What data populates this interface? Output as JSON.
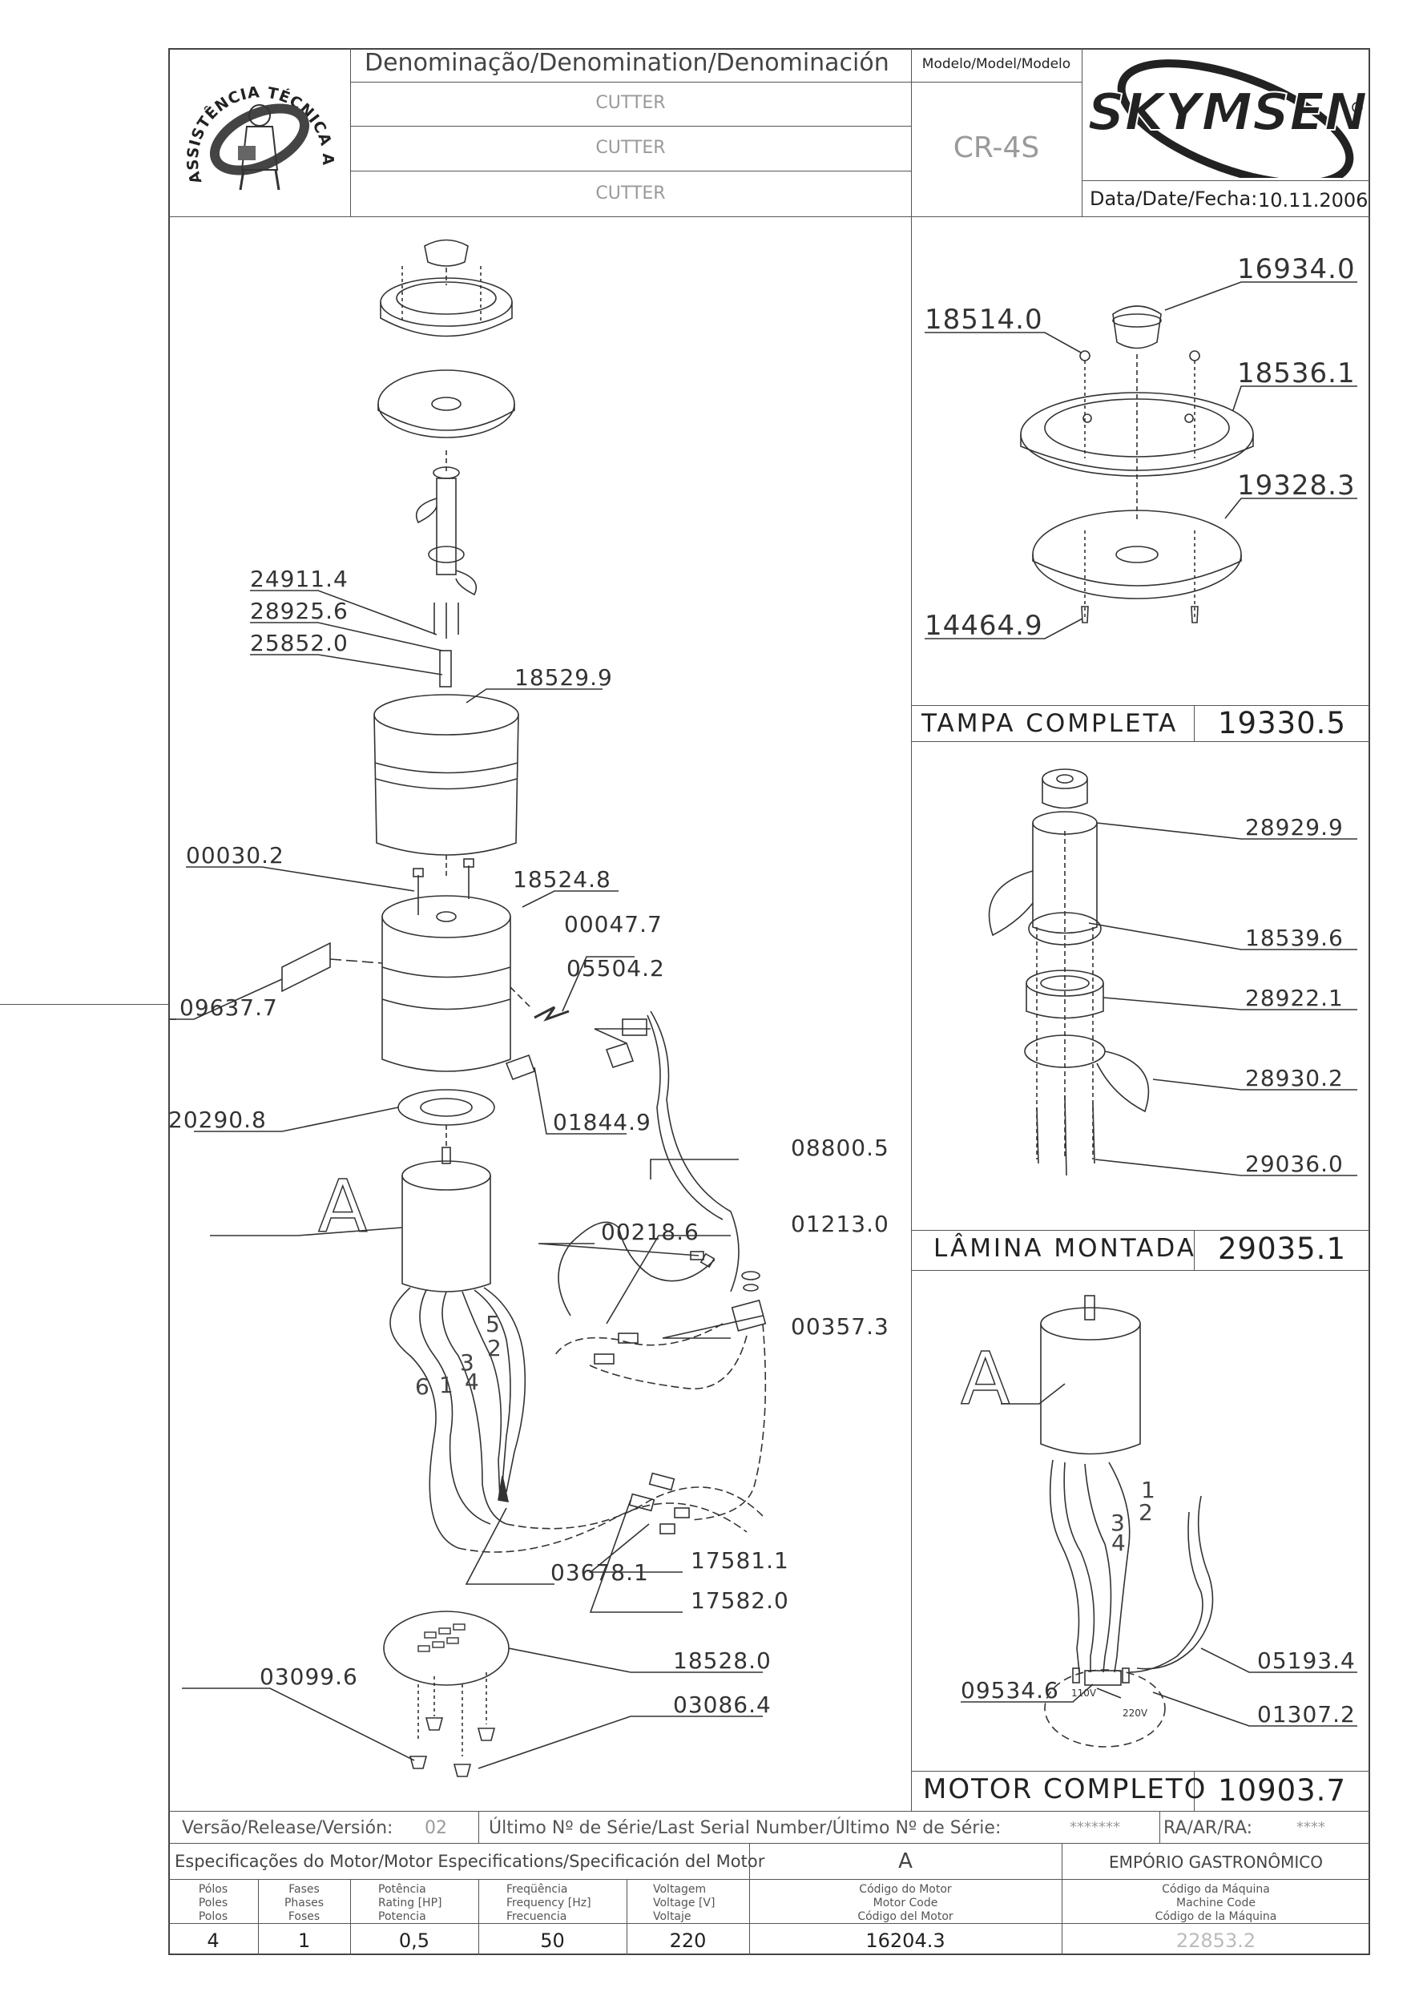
{
  "header": {
    "denomination_label": "Denominação/Denomination/Denominación",
    "names": [
      "CUTTER",
      "CUTTER",
      "CUTTER"
    ],
    "model_label": "Modelo/Model/Modelo",
    "model_value": "CR-4S",
    "date_label": "Data/Date/Fecha:",
    "date_value": "10.11.2006",
    "brand": "SKYMSEN",
    "badge_text": "ASSISTÊNCIA TÉCNICA AUTORIZADA"
  },
  "main_parts": {
    "p24911": "24911.4",
    "p28925": "28925.6",
    "p25852": "25852.0",
    "p18529": "18529.9",
    "p00030": "00030.2",
    "p18524": "18524.8",
    "p00047": "00047.7",
    "p05504": "05504.2",
    "p09637": "09637.7",
    "p20290": "20290.8",
    "p01844": "01844.9",
    "p08800": "08800.5",
    "p00218": "00218.6",
    "p01213": "01213.0",
    "p00357": "00357.3",
    "p03678": "03678.1",
    "p17581": "17581.1",
    "p17582": "17582.0",
    "p18528": "18528.0",
    "p03099": "03099.6",
    "p03086": "03086.4",
    "motor_ref": "A",
    "wire_numbers": [
      "5",
      "2",
      "3",
      "4",
      "6",
      "1"
    ]
  },
  "tampa": {
    "parts": {
      "p16934": "16934.0",
      "p18514": "18514.0",
      "p18536": "18536.1",
      "p19328": "19328.3",
      "p14464": "14464.9"
    },
    "title": "TAMPA COMPLETA",
    "code": "19330.5"
  },
  "lamina": {
    "parts": {
      "p28929": "28929.9",
      "p18539": "18539.6",
      "p28922": "28922.1",
      "p28930": "28930.2",
      "p29036": "29036.0"
    },
    "title": "LÂMINA MONTADA",
    "code": "29035.1"
  },
  "motor": {
    "ref": "A",
    "parts": {
      "p05193": "05193.4",
      "p09534": "09534.6",
      "p01307": "01307.2"
    },
    "wire_numbers": [
      "1",
      "2",
      "3",
      "4"
    ],
    "v110": "110V",
    "v220": "220V",
    "title": "MOTOR COMPLETO",
    "code": "10903.7"
  },
  "release": {
    "label": "Versão/Release/Versión:",
    "value": "02",
    "serial_label": "Último Nº de Série/Last Serial Number/Último Nº de Série:",
    "serial_value": "*******",
    "ra_label": "RA/AR/RA:",
    "ra_value": "****"
  },
  "specs": {
    "title": "Especificações do Motor/Motor Especifications/Specificación del Motor",
    "motor_letter": "A",
    "client": "EMPÓRIO GASTRONÔMICO",
    "columns": [
      {
        "l1": "Pólos",
        "l2": "Poles",
        "l3": "Polos",
        "value": "4"
      },
      {
        "l1": "Fases",
        "l2": "Phases",
        "l3": "Foses",
        "value": "1"
      },
      {
        "l1": "Potência",
        "l2": "Rating [HP]",
        "l3": "Potencia",
        "value": "0,5"
      },
      {
        "l1": "Freqüência",
        "l2": "Frequency [Hz]",
        "l3": "Frecuencia",
        "value": "50"
      },
      {
        "l1": "Voltagem",
        "l2": "Voltage [V]",
        "l3": "Voltaje",
        "value": "220"
      }
    ],
    "motor_code": {
      "l1": "Código do Motor",
      "l2": "Motor Code",
      "l3": "Código del Motor",
      "value": "16204.3"
    },
    "machine_code": {
      "l1": "Código da Máquina",
      "l2": "Machine Code",
      "l3": "Código de la Máquina",
      "value": "22853.2"
    }
  }
}
